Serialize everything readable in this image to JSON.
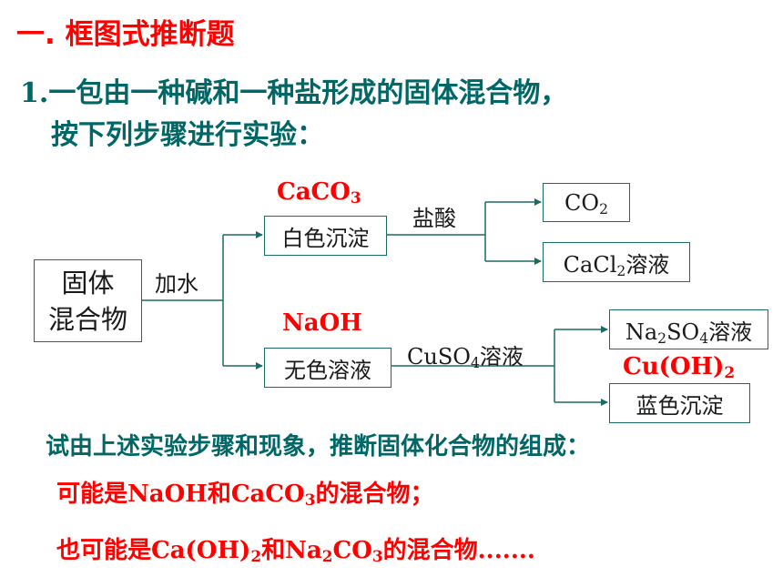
{
  "heading": "一. 框图式推断题",
  "question": {
    "line1": "1.一包由一种碱和一种盐形成的固体混合物，",
    "line2": "按下列步骤进行实验："
  },
  "flow": {
    "start_line1": "固体",
    "start_line2": "混合物",
    "add_water": "加水",
    "white_precipitate": "白色沉淀",
    "white_precipitate_identity": "CaCO3",
    "hydrochloric_acid": "盐酸",
    "product_co2": "CO2",
    "product_cacl2": "CaCl2溶液",
    "colorless_solution": "无色溶液",
    "colorless_solution_identity": "NaOH",
    "cuso4_reagent": "CuSO4溶液",
    "product_na2so4": "Na2SO4溶液",
    "blue_precipitate": "蓝色沉淀",
    "blue_precipitate_identity": "Cu(OH)2"
  },
  "prompt": "试由上述实验步骤和现象，推断固体化合物的组成：",
  "answers": [
    "可能是NaOH和CaCO3的混合物；",
    "也可能是Ca(OH)2和Na2CO3的混合物......."
  ],
  "colors": {
    "heading": "#ff0000",
    "question": "#006666",
    "answer": "#ff0000",
    "line": "#1b6b62"
  }
}
